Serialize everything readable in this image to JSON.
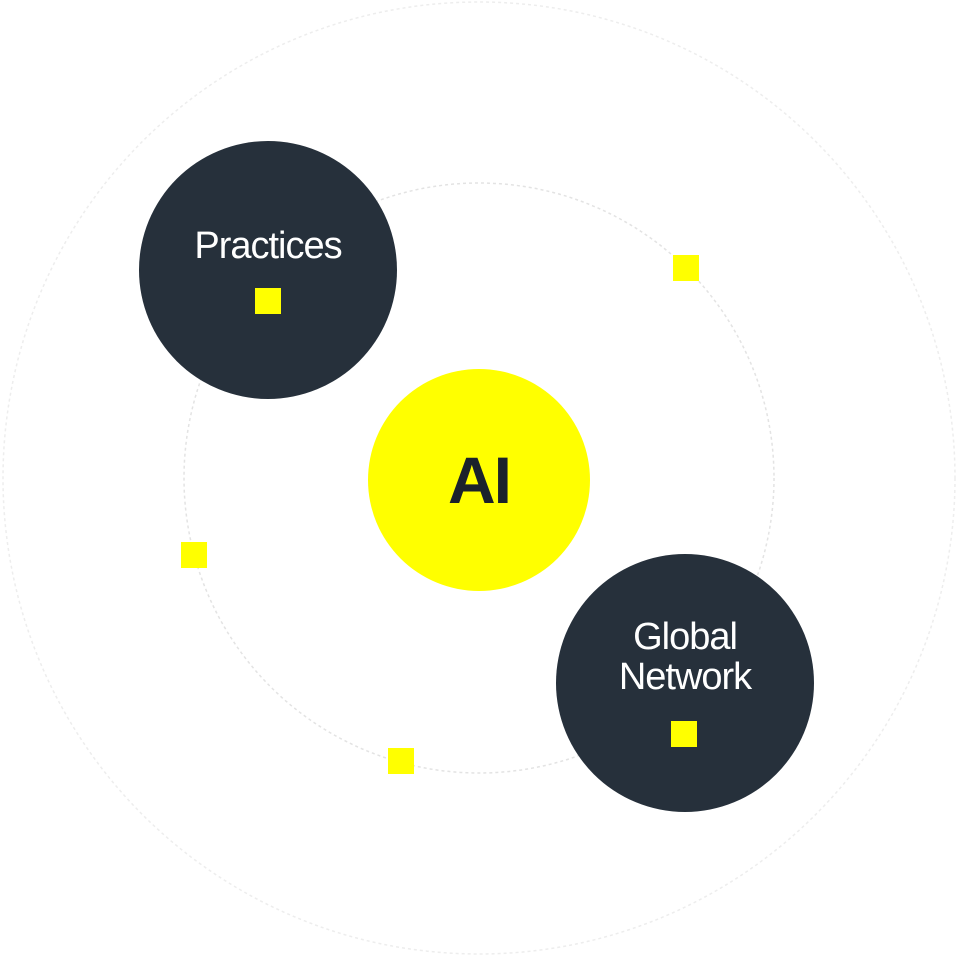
{
  "center": {
    "label": "AI"
  },
  "nodes": [
    {
      "label_lines": [
        "Practices"
      ]
    },
    {
      "label_lines": [
        "Global",
        "Network"
      ]
    }
  ],
  "colors": {
    "accent": "#ffff00",
    "dark": "#26303b",
    "ring": "#e6e6e6"
  }
}
